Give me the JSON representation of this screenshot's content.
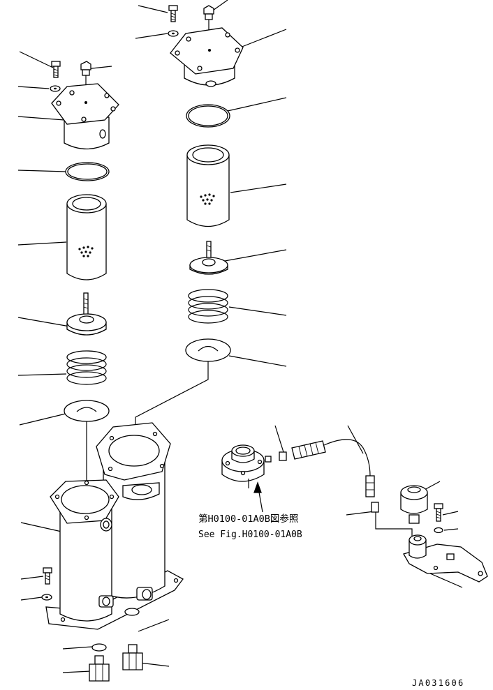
{
  "reference_note": {
    "line1": "第H0100-01A0B図参照",
    "line2": "See Fig.H0100-01A0B"
  },
  "drawing_number": "JA031606"
}
